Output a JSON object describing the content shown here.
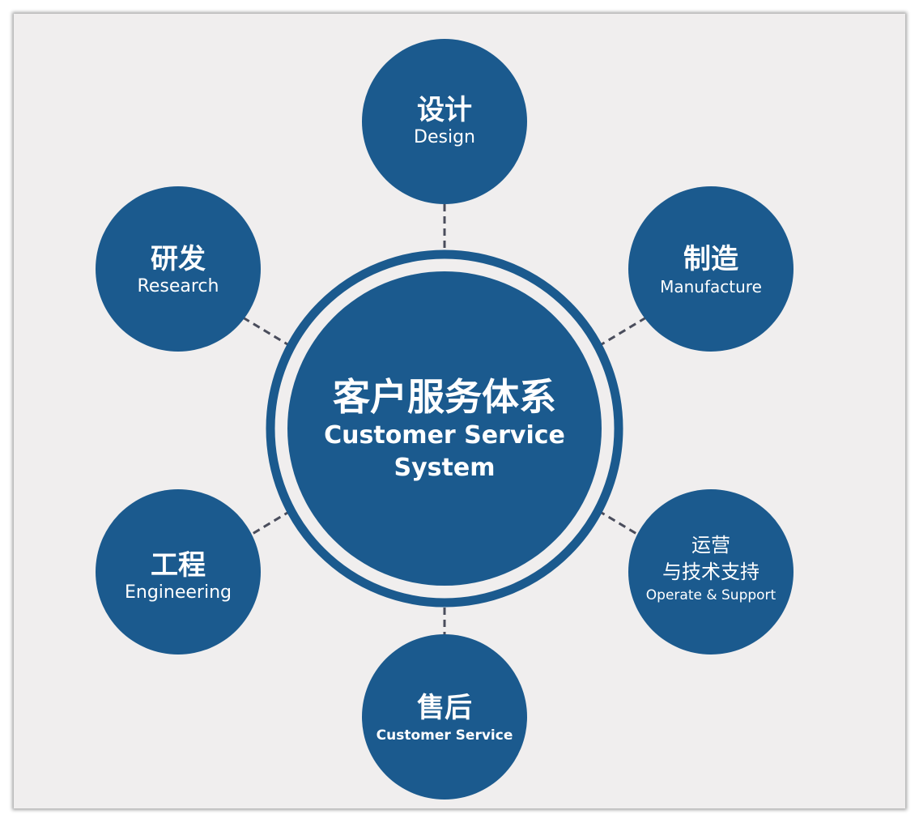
{
  "colors": {
    "node": "#1b5a8e",
    "connector": "#4a4d5c",
    "background": "#f0eeee"
  },
  "center": {
    "zh": "客户服务体系",
    "en_line1": "Customer Service",
    "en_line2": "System"
  },
  "nodes": [
    {
      "id": "design",
      "zh": "设计",
      "en": "Design"
    },
    {
      "id": "research",
      "zh": "研发",
      "en": "Research"
    },
    {
      "id": "manufacture",
      "zh": "制造",
      "en": "Manufacture"
    },
    {
      "id": "engineering",
      "zh": "工程",
      "en": "Engineering"
    },
    {
      "id": "operate",
      "zh_line1": "运营",
      "zh_line2": "与技术支持",
      "en": "Operate & Support"
    },
    {
      "id": "aftersales",
      "zh": "售后",
      "en": "Customer Service"
    }
  ]
}
